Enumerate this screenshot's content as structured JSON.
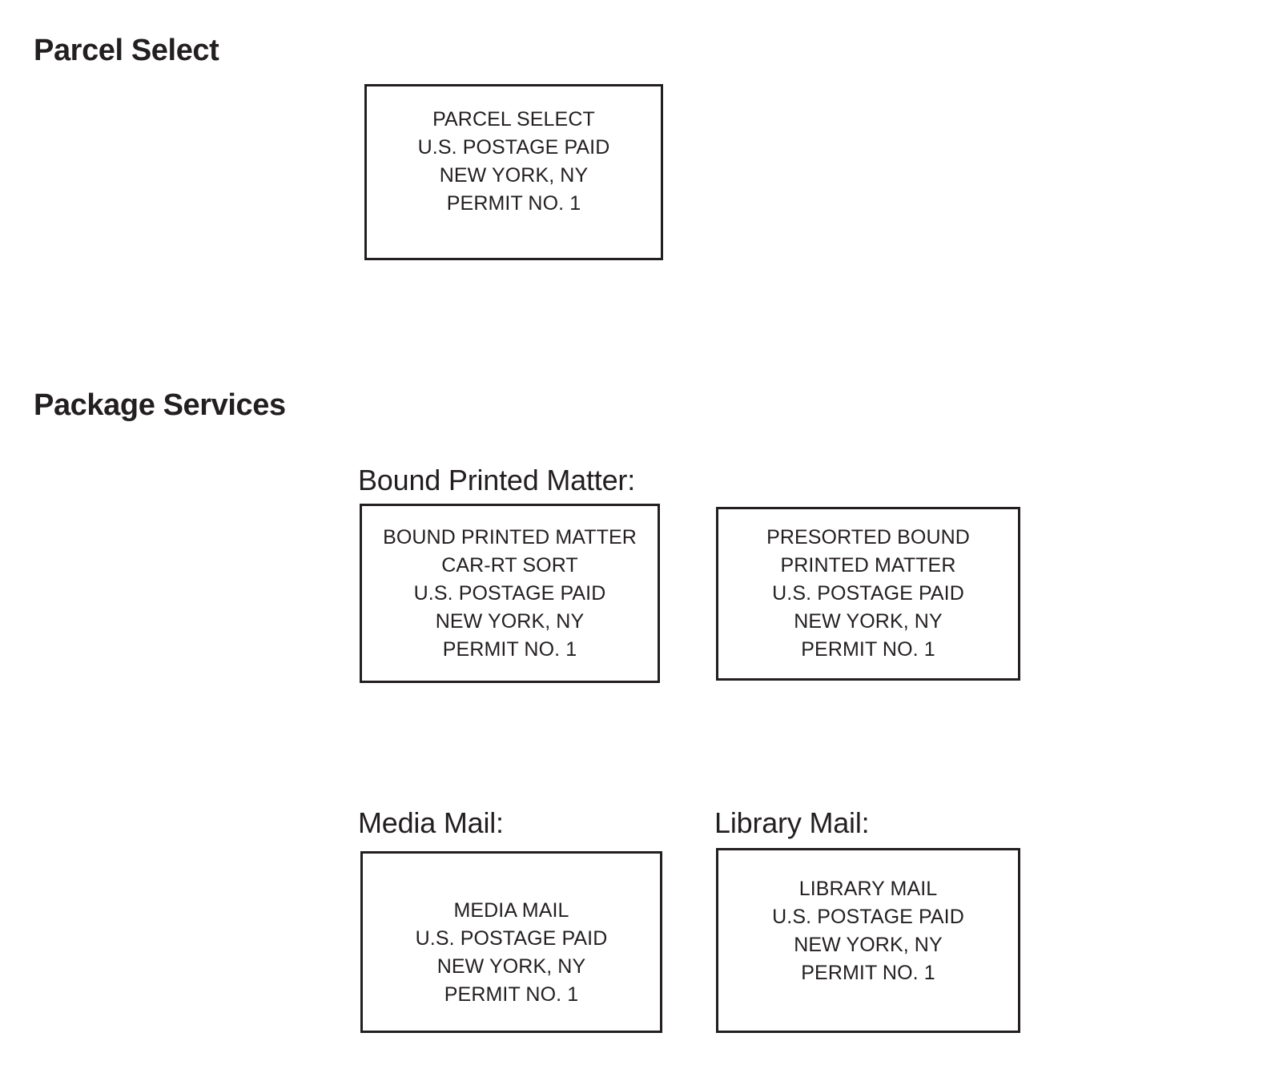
{
  "document": {
    "background_color": "#ffffff",
    "ink_color": "#231f20"
  },
  "sections": [
    {
      "id": "parcel-select",
      "heading": "Parcel Select",
      "subheading": null,
      "indicia": [
        {
          "id": "parcel-select",
          "lines": [
            "PARCEL SELECT",
            "U.S. POSTAGE PAID",
            "NEW YORK, NY",
            "PERMIT NO. 1"
          ]
        }
      ]
    },
    {
      "id": "package-services",
      "heading": "Package Services",
      "subheadings": {
        "bound_printed_matter": "Bound Printed Matter:",
        "media_mail": "Media Mail:",
        "library_mail": "Library Mail:"
      },
      "indicia": [
        {
          "id": "bound-printed-matter",
          "lines": [
            "BOUND PRINTED MATTER",
            "CAR-RT SORT",
            "U.S. POSTAGE PAID",
            "NEW YORK, NY",
            "PERMIT NO. 1"
          ]
        },
        {
          "id": "presorted-bound-printed-matter",
          "lines": [
            "PRESORTED BOUND",
            "PRINTED MATTER",
            "U.S. POSTAGE PAID",
            "NEW YORK, NY",
            "PERMIT NO. 1"
          ]
        },
        {
          "id": "media-mail",
          "lines": [
            "MEDIA MAIL",
            "U.S. POSTAGE PAID",
            "NEW YORK, NY",
            "PERMIT NO. 1"
          ]
        },
        {
          "id": "library-mail",
          "lines": [
            "LIBRARY MAIL",
            "U.S. POSTAGE PAID",
            "NEW YORK, NY",
            "PERMIT NO. 1"
          ]
        }
      ]
    }
  ]
}
